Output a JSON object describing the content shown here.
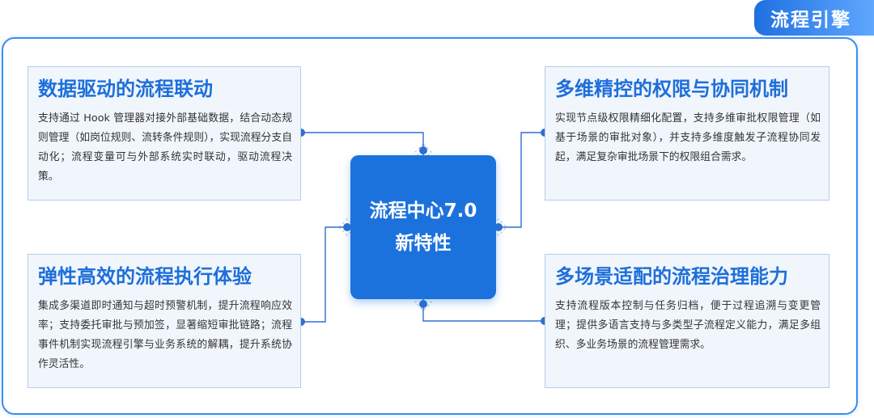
{
  "tag": {
    "label": "流程引擎"
  },
  "center": {
    "line1": "流程中心7.0",
    "line2": "新特性"
  },
  "cards": {
    "top_left": {
      "title": "数据驱动的流程联动",
      "body": "支持通过 Hook 管理器对接外部基础数据，结合动态规则管理（如岗位规则、流转条件规则），实现流程分支自动化；流程变量可与外部系统实时联动，驱动流程决策。"
    },
    "bottom_left": {
      "title": "弹性高效的流程执行体验",
      "body": "集成多渠道即时通知与超时预警机制，提升流程响应效率；支持委托审批与预加签，显著缩短审批链路；流程事件机制实现流程引擎与业务系统的解耦，提升系统协作灵活性。"
    },
    "top_right": {
      "title": "多维精控的权限与协同机制",
      "body": "实现节点级权限精细化配置，支持多维审批权限管理（如基于场景的审批对象），并支持多维度触发子流程协同发起，满足复杂审批场景下的权限组合需求。"
    },
    "bottom_right": {
      "title": "多场景适配的流程治理能力",
      "body": "支持流程版本控制与任务归档，便于过程追溯与变更管理；提供多语言支持与多类型子流程定义能力，满足多组织、多业务场景的流程管理需求。"
    }
  },
  "colors": {
    "accent": "#1c72dd",
    "title": "#1e6fd9",
    "card_bg": "#f1f6fd",
    "card_border": "#b4cdea",
    "connector": "#2f6fd0"
  }
}
